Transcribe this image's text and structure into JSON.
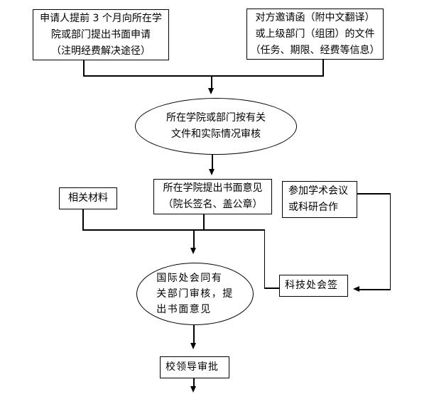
{
  "nodes": {
    "applicant_request": {
      "lines": [
        "申请人提前 3 个月向所在学",
        "院或部门提出书面申请",
        "（注明经费解决途径）"
      ]
    },
    "invitation_docs": {
      "lines": [
        "对方邀请函（附中文翻译）",
        "或上级部门（组团）的文件",
        "（任务、期限、经费等信息）"
      ]
    },
    "college_review": {
      "lines": [
        "所在学院或部门按有关",
        "文件和实际情况审核"
      ]
    },
    "related_materials": {
      "label": "相关材料"
    },
    "college_opinion": {
      "lines": [
        "所在学院提出书面意见",
        "（院长签名、盖公章）"
      ]
    },
    "academic_activity": {
      "lines": [
        "参加学术会议",
        "或科研合作"
      ]
    },
    "intl_office_review": {
      "lines": [
        "国际处会同有",
        "关部门审核，提",
        "出书面意见"
      ]
    },
    "sci_tech_countersign": {
      "label": "科技处会签"
    },
    "leader_approval": {
      "label": "校领导审批"
    }
  },
  "edges": [
    {
      "from": "applicant_request",
      "to": "college_review"
    },
    {
      "from": "invitation_docs",
      "to": "college_review"
    },
    {
      "from": "college_review",
      "to": "college_opinion"
    },
    {
      "from": "related_materials",
      "to": "intl_office_review"
    },
    {
      "from": "college_opinion",
      "to": "intl_office_review"
    },
    {
      "from": "sci_tech_countersign",
      "to": "intl_office_review"
    },
    {
      "from": "academic_activity",
      "to": "sci_tech_countersign"
    },
    {
      "from": "intl_office_review",
      "to": "leader_approval"
    },
    {
      "from": "leader_approval",
      "to": "next-step"
    }
  ],
  "colors": {
    "line": "#000000",
    "border": "#000000",
    "background": "#ffffff",
    "text": "#000000"
  }
}
